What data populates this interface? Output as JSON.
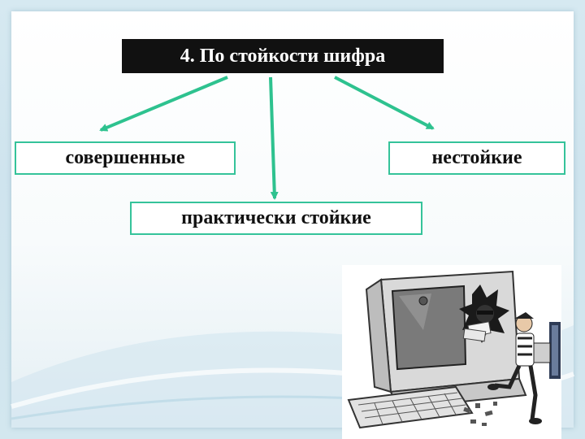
{
  "title": "4. По стойкости шифра",
  "categories": [
    "совершенные",
    "практически стойкие",
    "нестойкие"
  ],
  "colors": {
    "arrow": "#2ec28f",
    "node_border": "#35c39a",
    "title_bg": "#111111",
    "title_text": "#ffffff",
    "background": "#d6e9f1"
  },
  "illustration": {
    "icon": "computer-thief-cartoon-icon"
  }
}
